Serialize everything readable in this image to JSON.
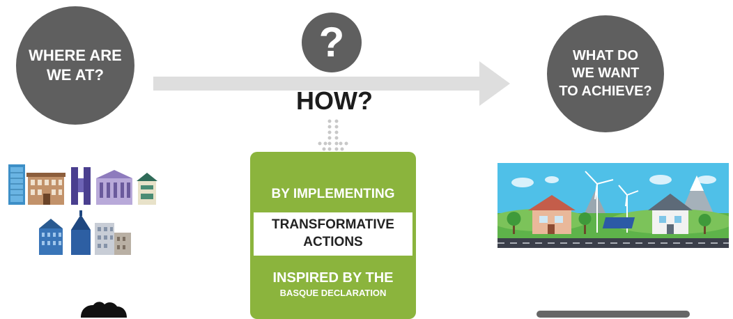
{
  "left_circle": {
    "text": "WHERE ARE\nWE AT?"
  },
  "right_circle": {
    "text": "WHAT DO\nWE WANT\nTO ACHIEVE?"
  },
  "question": {
    "symbol": "?"
  },
  "how": {
    "label": "HOW?"
  },
  "panel": {
    "line1": "BY IMPLEMENTING",
    "highlight": "TRANSFORMATIVE\nACTIONS",
    "line3": "INSPIRED BY THE",
    "line4": "BASQUE DECLARATION"
  },
  "colors": {
    "circle": "#5f5f5f",
    "arrow": "#dedede",
    "green": "#8bb43d",
    "dots": "#c8c8c8"
  },
  "icons": {
    "buildings": "city-buildings-icon",
    "landscape": "sustainable-landscape-icon"
  }
}
